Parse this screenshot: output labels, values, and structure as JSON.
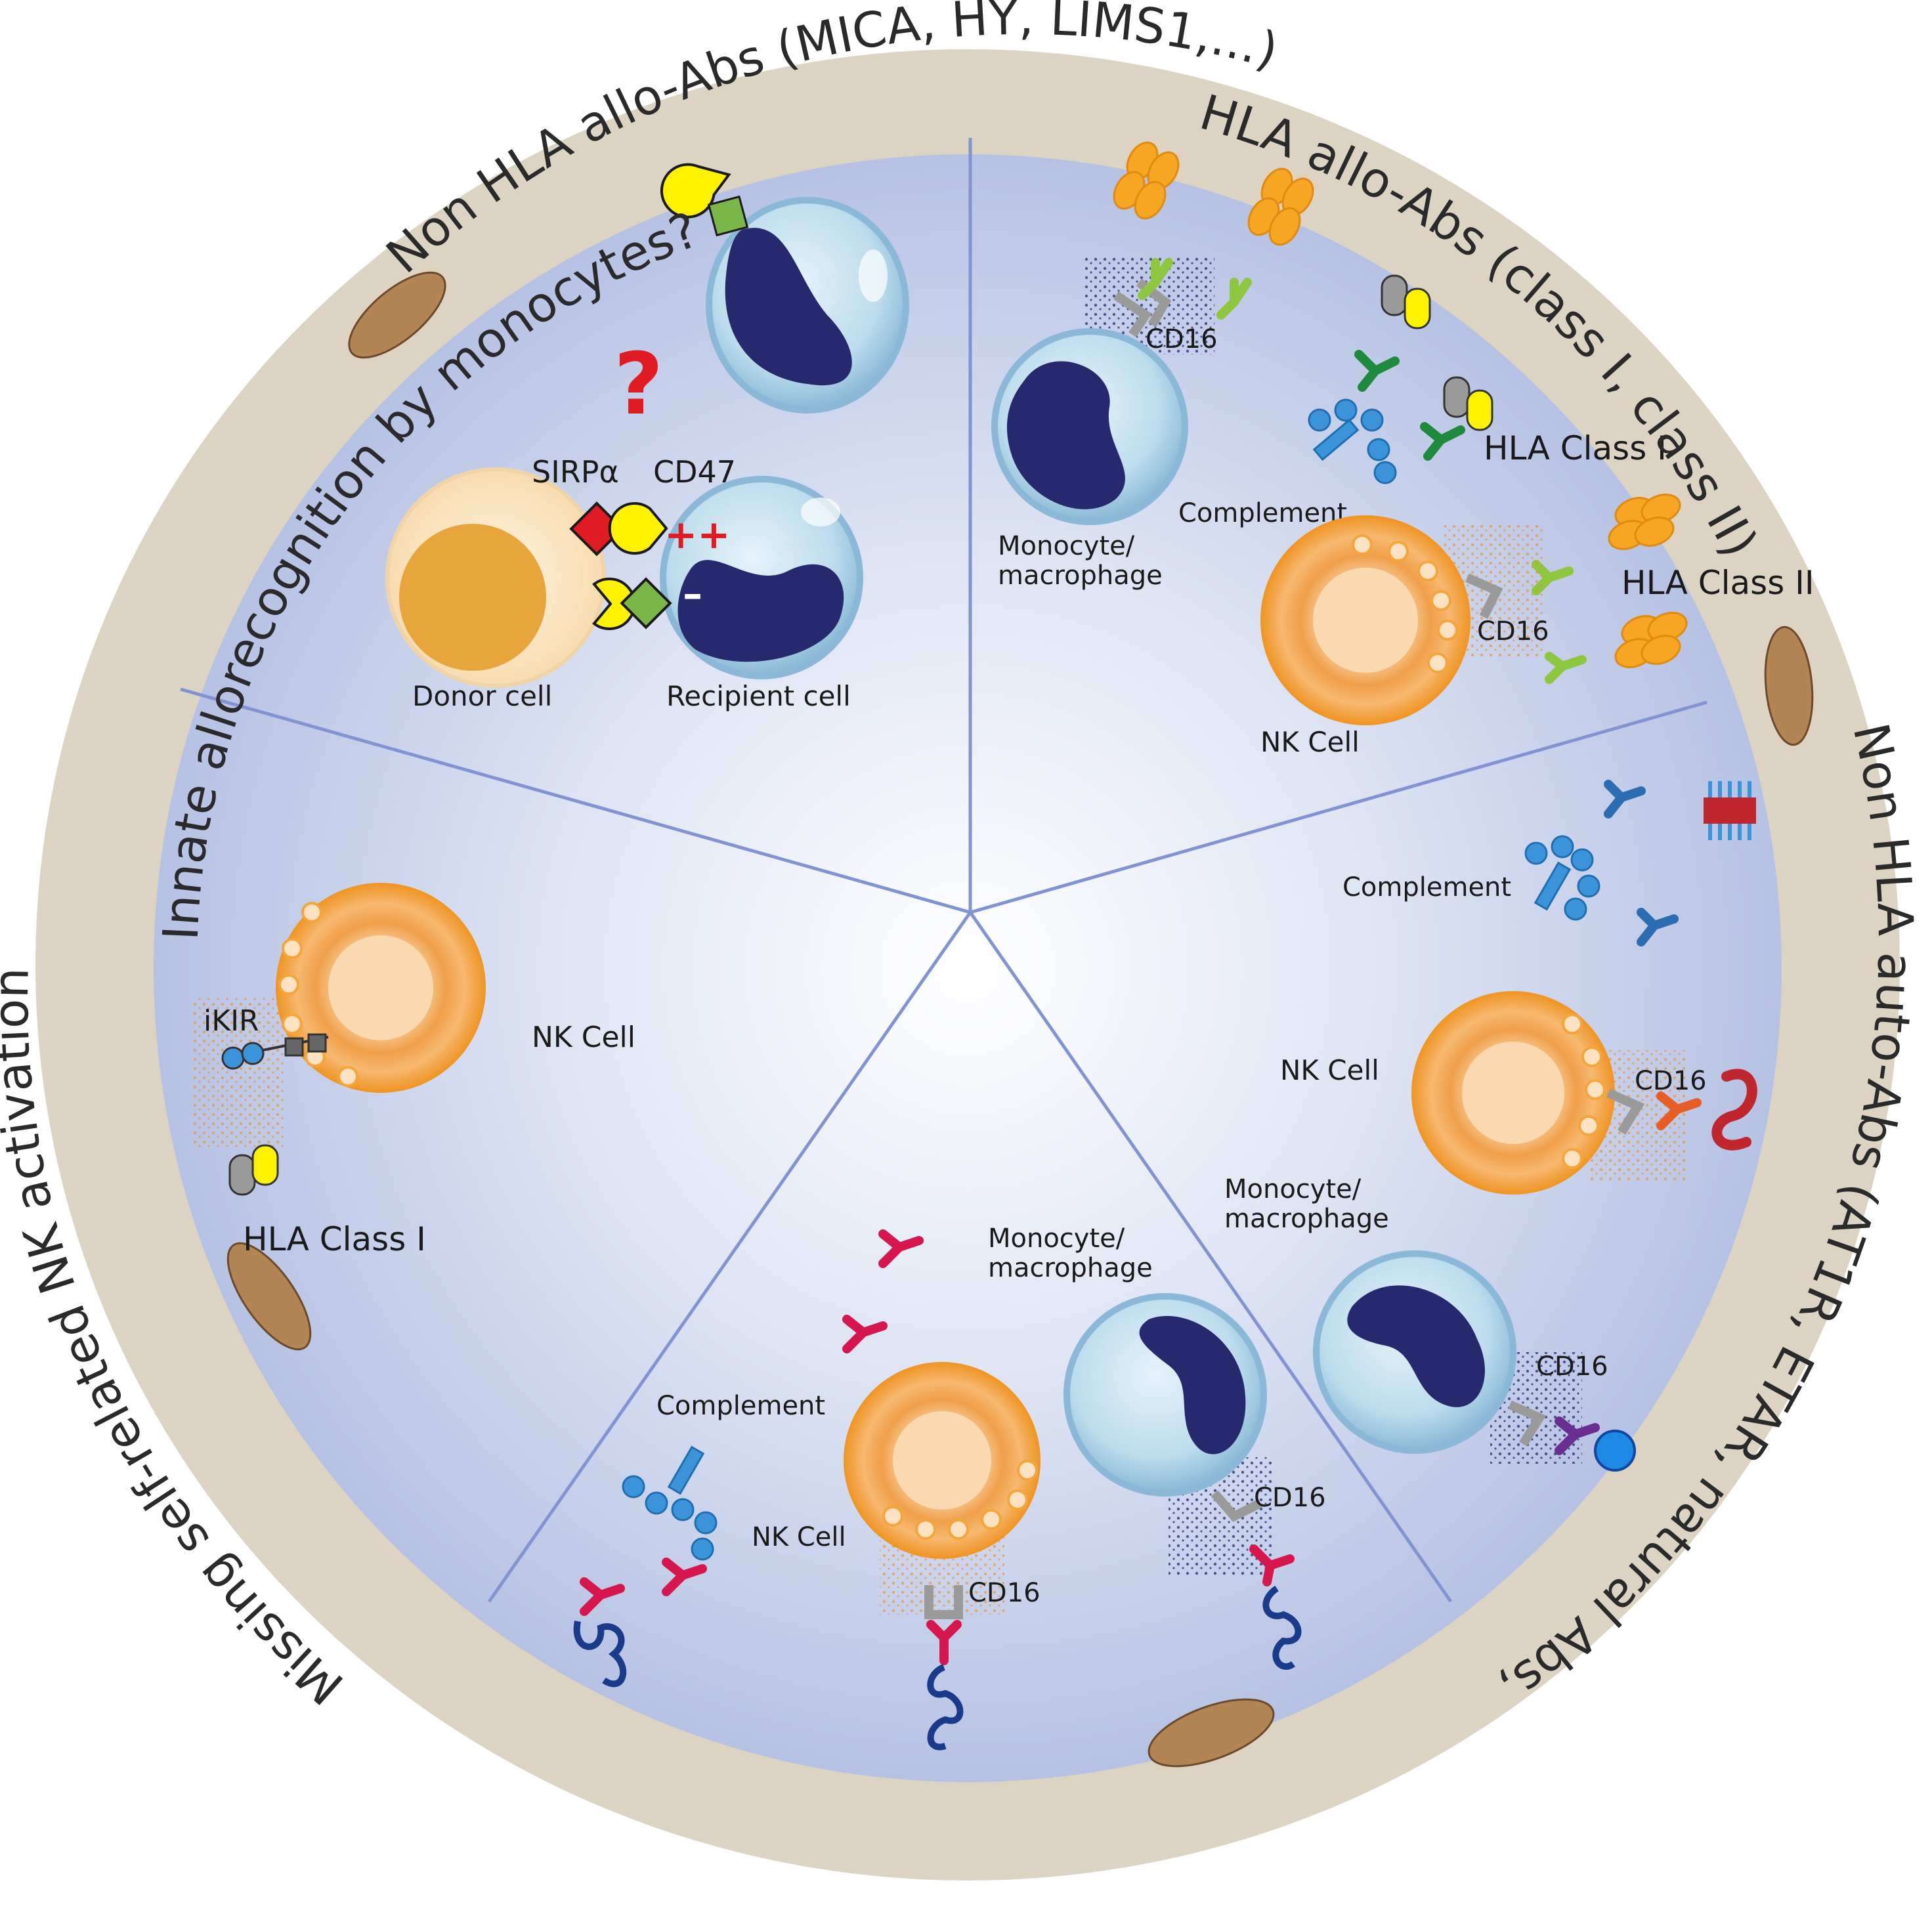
{
  "titles": {
    "innate": "Innate allorecognition by monocytes?",
    "hla_allo": "HLA allo-Abs (class I, class II)",
    "non_hla_auto": "Non HLA auto-Abs (AT1R, ETAR, natural Abs, ...)",
    "non_hla_allo": "Non HLA allo-Abs (MICA, HY, LIMS1,...)",
    "missing_self": "Missing self-related NK activation"
  },
  "innate": {
    "question": "?",
    "sirpa": "SIRPα",
    "cd47": "CD47",
    "plus": "++",
    "minus": "–",
    "donor_cell": "Donor cell",
    "recipient_cell": "Recipient cell"
  },
  "hla_allo": {
    "cd16_a": "CD16",
    "monocyte_line1": "Monocyte/",
    "monocyte_line2": "macrophage",
    "complement": "Complement",
    "hla_class_1": "HLA Class I",
    "hla_class_2": "HLA Class II",
    "cd16_b": "CD16",
    "nk_cell": "NK Cell"
  },
  "non_hla_auto": {
    "complement": "Complement",
    "nk_cell": "NK Cell",
    "cd16_a": "CD16",
    "monocyte_line1": "Monocyte/",
    "monocyte_line2": "macrophage",
    "cd16_b": "CD16"
  },
  "non_hla_allo": {
    "monocyte_line1": "Monocyte/",
    "monocyte_line2": "macrophage",
    "complement": "Complement",
    "nk_cell": "NK Cell",
    "cd16_a": "CD16",
    "cd16_b": "CD16"
  },
  "missing_self": {
    "ikir": "iKIR",
    "nk_cell": "NK Cell",
    "hla_class_1": "HLA Class I"
  },
  "colors": {
    "wall": "#ddd3c3",
    "lumen": "#c6d0ea",
    "nucleus": "#27296e",
    "monocyte": "#b8daeb",
    "nk": "#f29d2d",
    "antibody_green": "#8dc63f",
    "antibody_red": "#d6174f",
    "complement": "#3b94d9",
    "cd16": "#9a9a9a"
  }
}
